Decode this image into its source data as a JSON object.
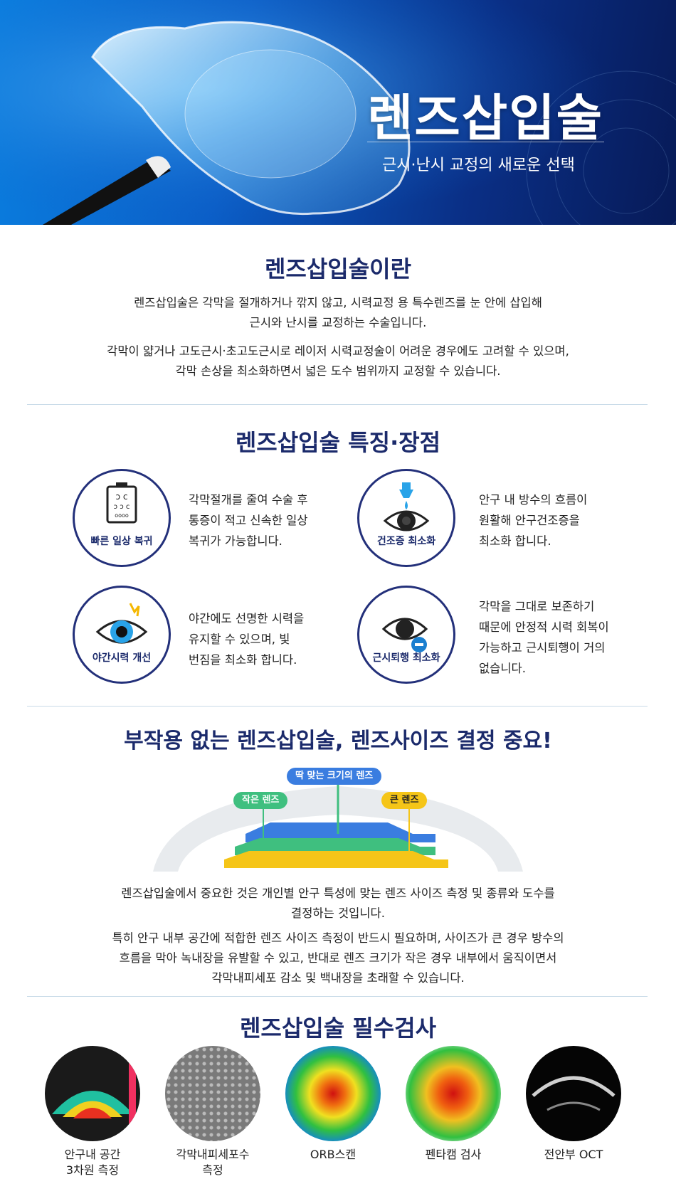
{
  "hero": {
    "title": "렌즈삽입술",
    "subtitle": "근시·난시 교정의 새로운 선택"
  },
  "intro": {
    "title": "렌즈삽입술이란",
    "para1_line1": "렌즈삽입술은 각막을 절개하거나 깎지 않고, 시력교정 용 특수렌즈를 눈 안에 삽입해",
    "para1_line2": "근시와 난시를 교정하는 수술입니다.",
    "para2_line1": "각막이 얇거나 고도근시·초고도근시로 레이저 시력교정술이 어려운 경우에도 고려할 수 있으며,",
    "para2_line2": "각막 손상을 최소화하면서 넓은 도수 범위까지 교정할 수 있습니다."
  },
  "features": {
    "title": "렌즈삽입술 특징·장점",
    "items": [
      {
        "label": "빠른 일상 복귀",
        "icon": "eye-chart-icon",
        "lines": [
          "각막절개를 줄여 수술 후",
          "통증이 적고 신속한 일상",
          "복귀가 가능합니다."
        ]
      },
      {
        "label": "건조증 최소화",
        "icon": "eye-drop-icon",
        "lines": [
          "안구 내 방수의 흐름이",
          "원활해 안구건조증을",
          "최소화 합니다."
        ]
      },
      {
        "label": "야간시력 개선",
        "icon": "night-vision-eye-icon",
        "lines": [
          "야간에도 선명한 시력을",
          "유지할 수 있으며, 빛",
          "번짐을 최소화 합니다."
        ]
      },
      {
        "label": "근시퇴행 최소화",
        "icon": "eye-minus-icon",
        "lines": [
          "각막을 그대로 보존하기",
          "때문에 안정적 시력 회복이",
          "가능하고 근시퇴행이 거의",
          "없습니다."
        ]
      }
    ]
  },
  "sizing": {
    "title": "부작용 없는 렌즈삽입술, 렌즈사이즈 결정 중요!",
    "label_fit": "딱 맞는 크기의 렌즈",
    "label_small": "작은 렌즈",
    "label_large": "큰 렌즈",
    "para1_line1": "렌즈삽입술에서 중요한 것은 개인별 안구 특성에 맞는 렌즈 사이즈 측정 및 종류와 도수를",
    "para1_line2": "결정하는 것입니다.",
    "para2_line1": "특히 안구 내부 공간에 적합한 렌즈 사이즈 측정이 반드시 필요하며, 사이즈가 큰 경우 방수의",
    "para2_line2": "흐름을 막아 녹내장을 유발할 수 있고, 반대로 렌즈 크기가 작은 경우 내부에서 움직이면서",
    "para2_line3": "각막내피세포 감소 및 백내장을 초래할 수 있습니다.",
    "colors": {
      "fit": "#3a7de0",
      "small": "#3fbf7f",
      "large": "#f5c518"
    }
  },
  "exams": {
    "title": "렌즈삽입술 필수검사",
    "items": [
      {
        "label": "안구내 공간\n3차원 측정"
      },
      {
        "label": "각막내피세포수\n측정"
      },
      {
        "label": "ORB스캔"
      },
      {
        "label": "펜타캠 검사"
      },
      {
        "label": "전안부 OCT"
      }
    ]
  }
}
